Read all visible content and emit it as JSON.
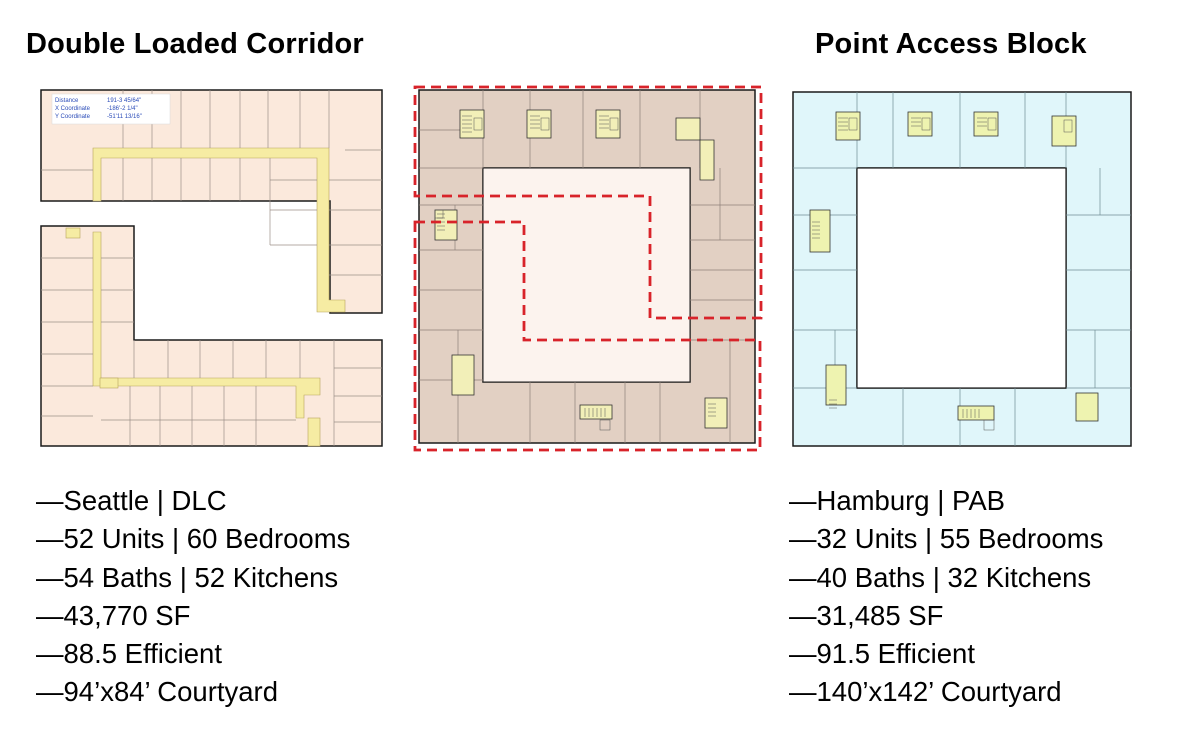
{
  "left": {
    "title": "Double Loaded Corridor",
    "measure": {
      "rows": [
        {
          "label": "Distance",
          "value": "191-3 45/64\""
        },
        {
          "label": "X Coordinate",
          "value": "-186'-2 1/4\""
        },
        {
          "label": "Y Coordinate",
          "value": "-51'11 13/16\""
        }
      ]
    },
    "stats": [
      "—Seattle | DLC",
      "—52 Units | 60 Bedrooms",
      "—54 Baths | 52 Kitchens",
      "—43,770 SF",
      "—88.5 Efficient",
      "—94’x84’ Courtyard"
    ]
  },
  "right": {
    "title": "Point Access Block",
    "stats": [
      "—Hamburg | PAB",
      "—32 Units | 55 Bedrooms",
      "—40 Baths | 32 Kitchens",
      "—31,485 SF",
      "—91.5 Efficient",
      "—140’x142’ Courtyard"
    ]
  },
  "colors": {
    "dlc_fill": "#fbe9dc",
    "dlc_corridor": "#f6eca3",
    "overlay_fill": "#e2d0c3",
    "overlay_dash": "#d8232a",
    "pab_fill": "#e0f6fa",
    "pab_core": "#eef3b0",
    "wall": "#1a1a1a"
  }
}
